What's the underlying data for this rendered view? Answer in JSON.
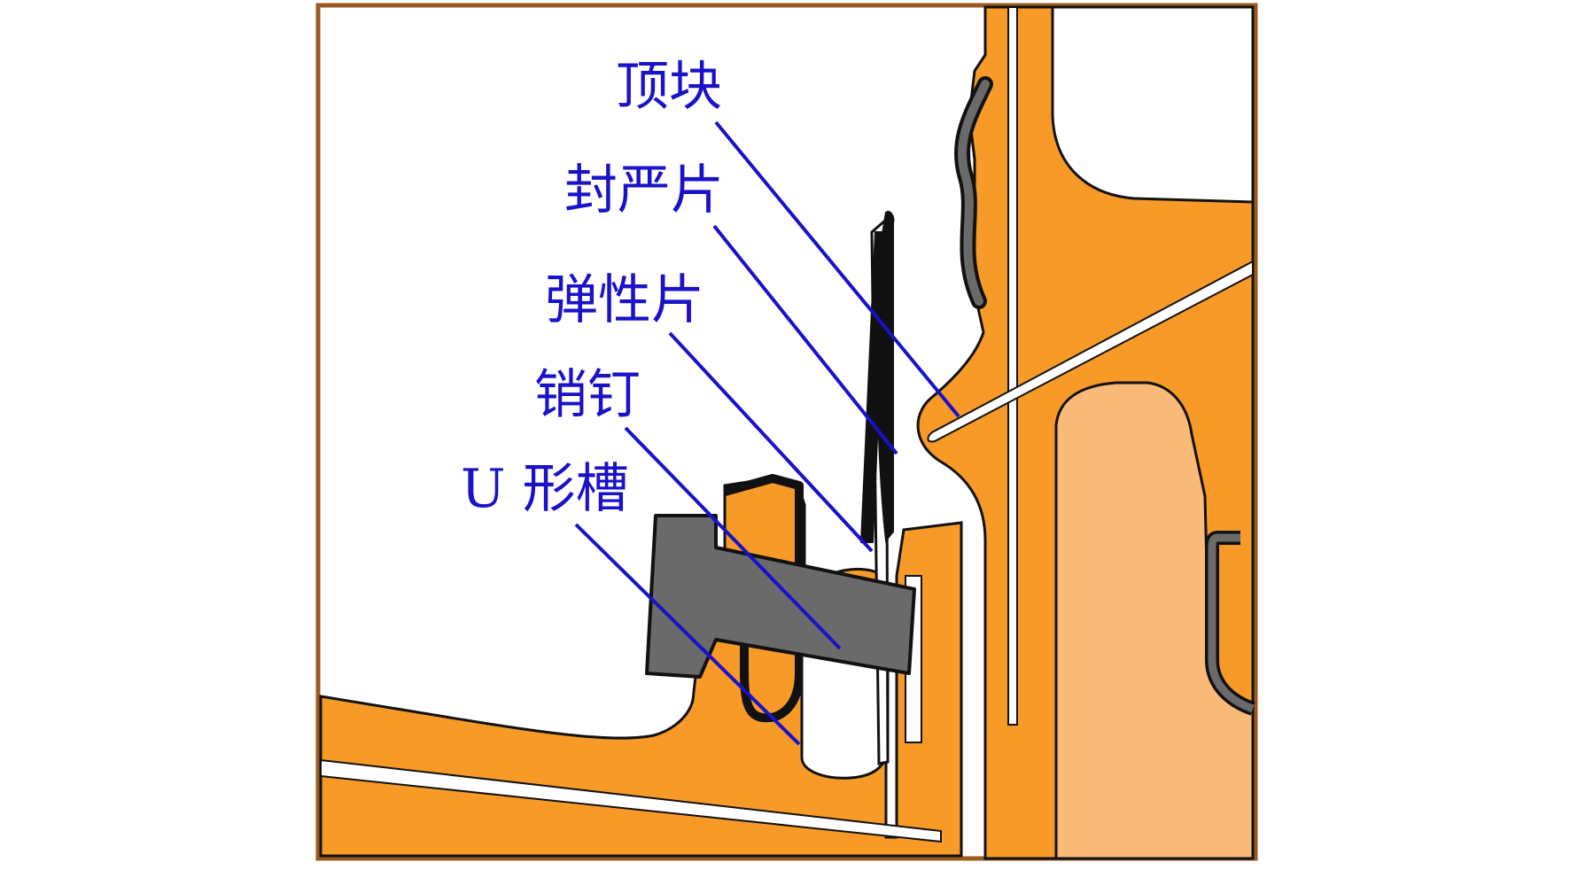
{
  "labels": {
    "top_block": "顶块",
    "sealing_plate": "封严片",
    "elastic_plate": "弹性片",
    "pin": "销钉",
    "u_slot": "U 形槽"
  },
  "colors": {
    "label_text": "#1a12c8",
    "leader_line": "#1a12c8",
    "part_orange": "#f79a28",
    "part_light_orange": "#fbbb78",
    "outline": "#111111",
    "pin_gray": "#6a6a6a",
    "background": "#ffffff"
  }
}
